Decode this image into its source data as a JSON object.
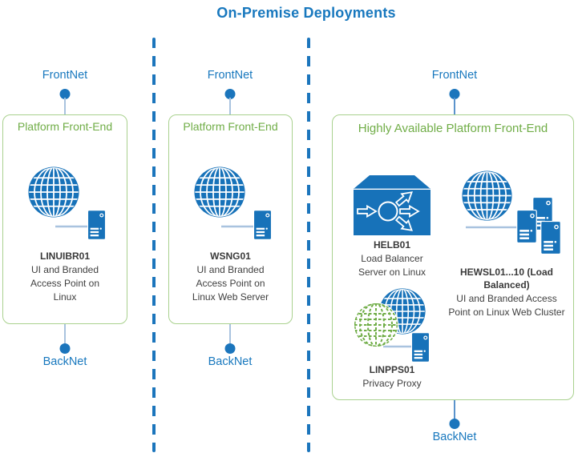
{
  "title": "On-Premise Deployments",
  "colors": {
    "blue_text": "#1878BE",
    "blue_icon": "#1772B9",
    "blue_dot": "#1B75BC",
    "green_text": "#70AD47",
    "green_border": "#A9D18E",
    "body_text": "#3F3F3F",
    "connector_light": "#A9C3DF",
    "connector_strong": "#5B93CC"
  },
  "columns": [
    {
      "frontnet_label": "FrontNet",
      "backnet_label": "BackNet",
      "panel_title": "Platform Front-End",
      "nodes": [
        {
          "icon": "globe-server-icon",
          "name_lines": [
            "LINUIBR01"
          ],
          "desc_lines": [
            "UI and Branded",
            "Access Point on",
            "Linux"
          ]
        }
      ]
    },
    {
      "frontnet_label": "FrontNet",
      "backnet_label": "BackNet",
      "panel_title": "Platform Front-End",
      "nodes": [
        {
          "icon": "globe-server-icon",
          "name_lines": [
            "WSNG01"
          ],
          "desc_lines": [
            "UI and Branded",
            "Access Point on",
            "Linux Web Server"
          ]
        }
      ]
    },
    {
      "frontnet_label": "FrontNet",
      "backnet_label": "BackNet",
      "panel_title": "Highly Available Platform Front-End",
      "nodes": [
        {
          "icon": "load-balancer-icon",
          "name_lines": [
            "HELB01"
          ],
          "desc_lines": [
            "Load Balancer",
            "Server on Linux"
          ]
        },
        {
          "icon": "globe-cluster-icon",
          "name_lines": [
            "HEWSL01...10 (Load",
            "Balanced)"
          ],
          "desc_lines": [
            "UI and Branded Access",
            "Point on Linux Web Cluster"
          ]
        },
        {
          "icon": "privacy-proxy-icon",
          "name_lines": [
            "LINPPS01"
          ],
          "desc_lines": [
            "Privacy Proxy"
          ]
        }
      ]
    }
  ]
}
